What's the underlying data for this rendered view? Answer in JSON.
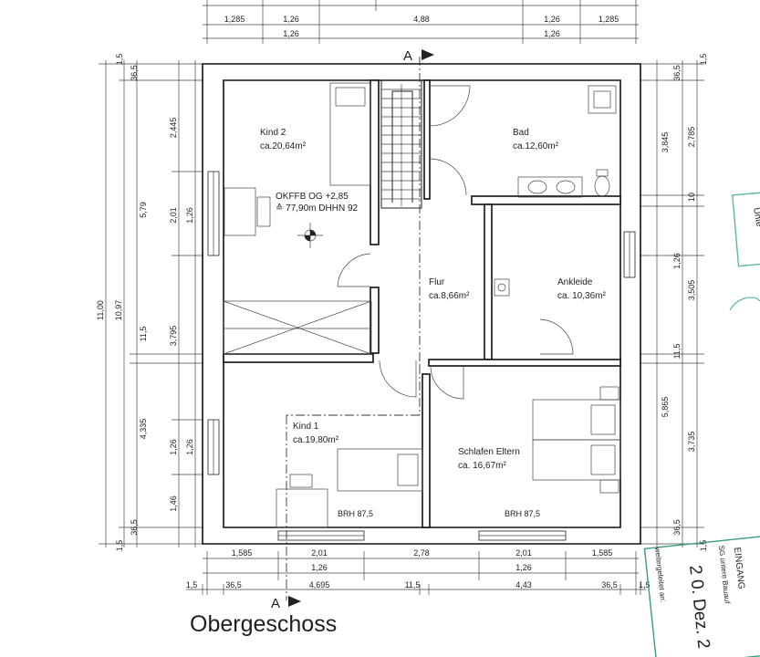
{
  "title": "Obergeschoss",
  "section_mark": "A",
  "elevation_note": {
    "line1": "OKFFB OG +2,85",
    "line2": "≙ 77,90m DHHN 92"
  },
  "rooms": [
    {
      "id": "kind2",
      "name": "Kind 2",
      "area": "ca.20,64m²"
    },
    {
      "id": "bad",
      "name": "Bad",
      "area": "ca.12,60m²"
    },
    {
      "id": "flur",
      "name": "Flur",
      "area": "ca.8,66m²"
    },
    {
      "id": "ankleide",
      "name": "Ankleide",
      "area": "ca. 10,36m²"
    },
    {
      "id": "kind1",
      "name": "Kind 1",
      "area": "ca.19,80m²"
    },
    {
      "id": "schlafen",
      "name": "Schlafen Eltern",
      "area": "ca. 16,67m²"
    }
  ],
  "sill_heights": [
    "BRH 87,5",
    "BRH 87,5"
  ],
  "dims_top_row1": [
    "1,285",
    "1,26",
    "4,88",
    "1,26",
    "1,285"
  ],
  "dims_top_row2": [
    "1,26",
    "1,26"
  ],
  "dims_bottom_row1": [
    "1,585",
    "2,01",
    "2,78",
    "2,01",
    "1,585"
  ],
  "dims_bottom_row2": [
    "1,26",
    "1,26"
  ],
  "dims_bottom_row3": [
    "1,5",
    "36,5",
    "4,695",
    "11,5",
    "4,43",
    "36,5",
    "1,5"
  ],
  "dims_left_outer": [
    "11,00"
  ],
  "dims_left_mid": [
    "10,97"
  ],
  "dims_left_rooms": [
    "5,79",
    "11,5",
    "4,335"
  ],
  "dims_left_inner": [
    "1,5",
    "36,5",
    "2,445",
    "2,01",
    "3,795",
    "1,26",
    "1,46",
    "36,5",
    "1,5"
  ],
  "dims_left_window": [
    "1,26",
    "1,26"
  ],
  "dims_right_inner": [
    "1,5",
    "36,5",
    "2,785",
    "10",
    "1,26",
    "3,505",
    "11,5",
    "3,735",
    "36,5",
    "1,5"
  ],
  "dims_right_outer": [
    "3,845",
    "5,865"
  ],
  "stamp": {
    "line1": "Unte",
    "line2": "weitergeleitet an:",
    "line3": "SG untere Bauauf",
    "line4": "EINGANG",
    "line5": "2 0. Dez. 2"
  }
}
